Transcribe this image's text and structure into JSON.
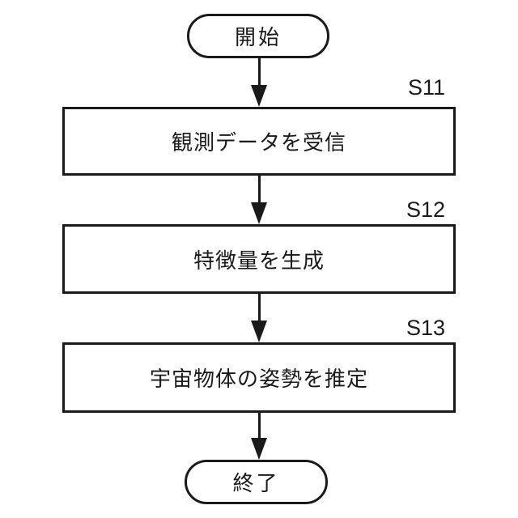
{
  "figure": {
    "type": "flowchart",
    "background_color": "#ffffff",
    "line_color": "#1a1a1a",
    "nodes": [
      {
        "id": "start",
        "shape": "terminator",
        "label": "開始"
      },
      {
        "id": "s11",
        "shape": "process",
        "step": "S11",
        "label": "観測データを受信"
      },
      {
        "id": "s12",
        "shape": "process",
        "step": "S12",
        "label": "特徴量を生成"
      },
      {
        "id": "s13",
        "shape": "process",
        "step": "S13",
        "label": "宇宙物体の姿勢を推定"
      },
      {
        "id": "end",
        "shape": "terminator",
        "label": "終了"
      }
    ],
    "edges": [
      {
        "from": "start",
        "to": "s11"
      },
      {
        "from": "s11",
        "to": "s12"
      },
      {
        "from": "s12",
        "to": "s13"
      },
      {
        "from": "s13",
        "to": "end"
      }
    ]
  }
}
